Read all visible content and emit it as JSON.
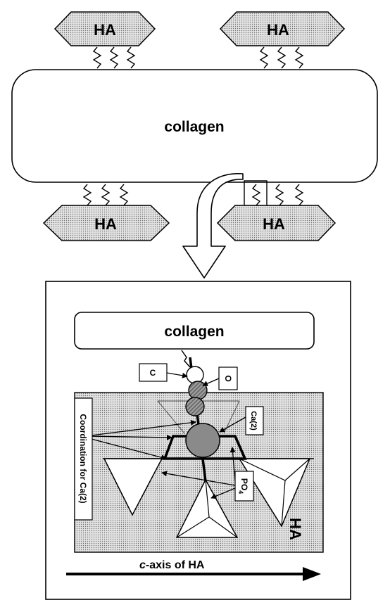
{
  "labels": {
    "ha": "HA",
    "collagen": "collagen",
    "carbon": "C",
    "oxygen": "O",
    "ca2": "Ca(2)",
    "po4_main": "PO",
    "po4_sub": "4",
    "coordination": "Coordination for Ca(2)",
    "caxis_italic": "c",
    "caxis_rest": "-axis of HA"
  },
  "colors": {
    "stroke": "#000000",
    "dot_fill": "#cfcfcf",
    "atom_grey": "#8a8a8a",
    "background": "#ffffff"
  }
}
